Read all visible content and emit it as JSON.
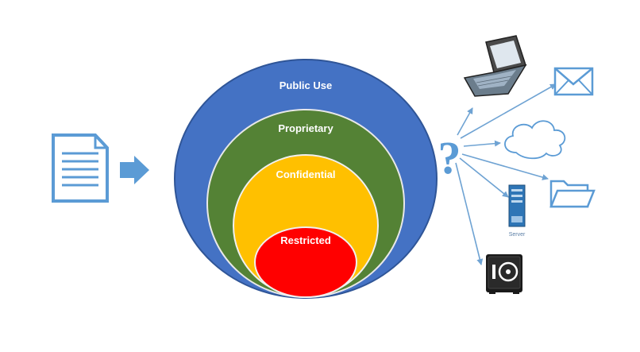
{
  "levels": {
    "public": "Public Use",
    "proprietary": "Proprietary",
    "confidential": "Confidential",
    "restricted": "Restricted"
  },
  "question_mark": "?",
  "server_label": "Server",
  "colors": {
    "public": "#4472c4",
    "proprietary": "#548235",
    "confidential": "#ffc000",
    "restricted": "#ff0000",
    "icon_blue": "#5b9bd5",
    "arrow_blue": "#6fa3d3"
  },
  "icons": [
    "document-icon",
    "arrow-right-icon",
    "question-icon",
    "laptop-icon",
    "email-icon",
    "cloud-icon",
    "folder-icon",
    "server-icon",
    "safe-icon"
  ]
}
